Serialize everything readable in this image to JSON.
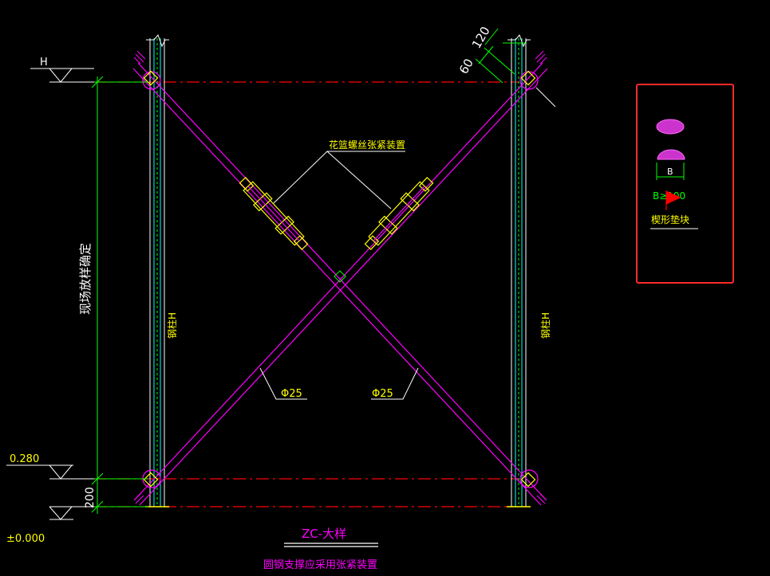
{
  "drawing": {
    "level_top": "H",
    "dim_60": "60",
    "dim_120": "120",
    "tensioner_label": "花篮螺丝张紧装置",
    "vertical_dim_label": "现场放样确定",
    "column_left_label": "钢柱H",
    "column_right_label": "钢柱H",
    "rod_left_label": "Φ25",
    "rod_right_label": "Φ25",
    "level_mid": "0.280",
    "dim_200": "200",
    "level_zero": "±0.000",
    "title": "ZC-大样",
    "subtitle": "圆钢支撑应采用张紧装置"
  },
  "legend": {
    "dim_b": "B",
    "dim_b100": "B≥100",
    "label": "楔形垫块"
  },
  "colors": {
    "background": "#000000",
    "brace": "#ff00ff",
    "dim_green": "#00ff00",
    "red_dash": "#ff0000",
    "text_yellow": "#ffff00",
    "white": "#ffffff",
    "cyan": "#00ffff",
    "legend_border": "#ff2a2a"
  }
}
